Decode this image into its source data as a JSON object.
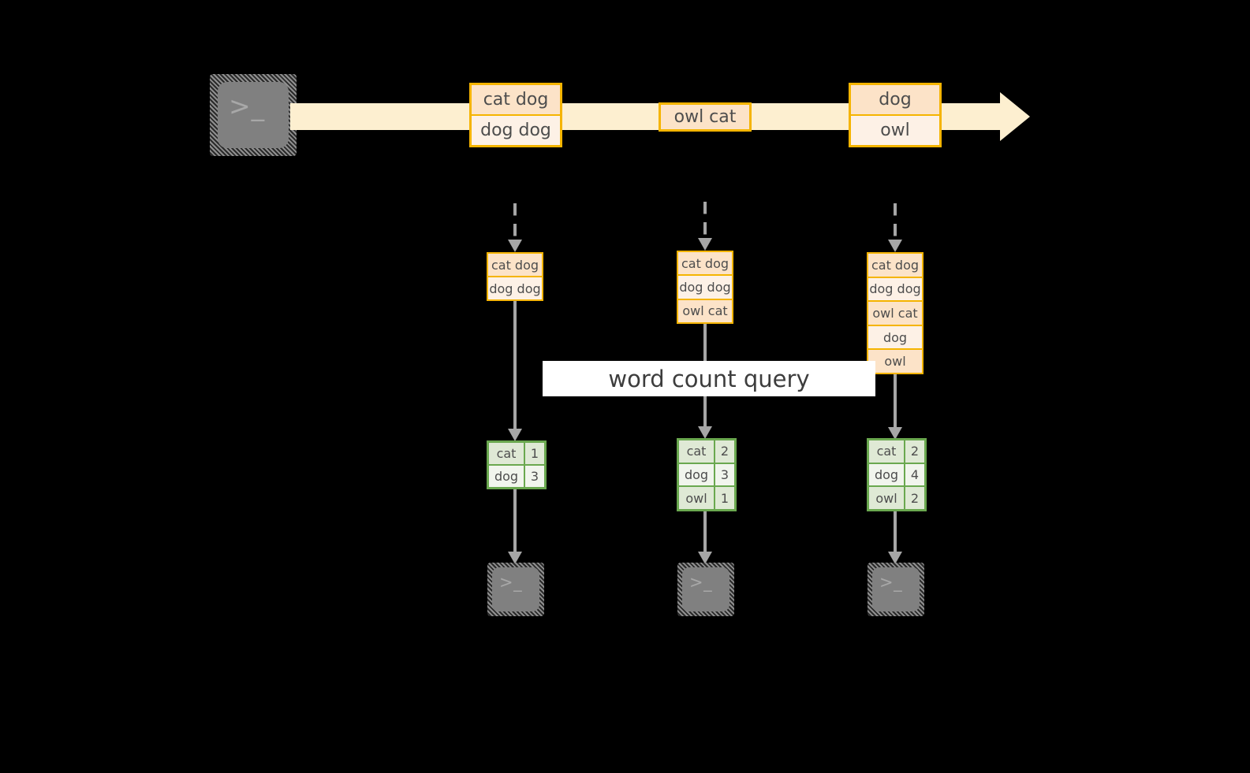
{
  "diagram": {
    "title": "word count query streaming diagram",
    "colors": {
      "background": "#000000",
      "stream_band": "#fdefd0",
      "event_border": "#f5b400",
      "event_fill_dark": "#fce3c8",
      "event_fill_light": "#fdf1e6",
      "result_border": "#6aa84f",
      "result_fill_dark": "#dfe9d5",
      "result_fill_light": "#f1f5ed",
      "arrow_gray": "#a6a6a6",
      "terminal_gray": "#808080",
      "label_background": "#ffffff",
      "text": "#4d4d4d"
    }
  },
  "source": {
    "icon": "terminal-icon",
    "prompt": ">_"
  },
  "stream": {
    "events": [
      {
        "name": "event-group-1",
        "lines": [
          "cat dog",
          "dog dog"
        ]
      },
      {
        "name": "event-group-2",
        "lines": [
          "owl cat"
        ]
      },
      {
        "name": "event-group-3",
        "lines": [
          "dog",
          "owl"
        ]
      }
    ]
  },
  "snapshots": [
    {
      "name": "snapshot-1",
      "input_lines": [
        "cat dog",
        "dog dog"
      ],
      "counts": [
        {
          "word": "cat",
          "count": "1"
        },
        {
          "word": "dog",
          "count": "3"
        }
      ],
      "sink": {
        "icon": "terminal-icon",
        "prompt": ">_"
      }
    },
    {
      "name": "snapshot-2",
      "input_lines": [
        "cat dog",
        "dog dog",
        "owl cat"
      ],
      "counts": [
        {
          "word": "cat",
          "count": "2"
        },
        {
          "word": "dog",
          "count": "3"
        },
        {
          "word": "owl",
          "count": "1"
        }
      ],
      "sink": {
        "icon": "terminal-icon",
        "prompt": ">_"
      }
    },
    {
      "name": "snapshot-3",
      "input_lines": [
        "cat dog",
        "dog dog",
        "owl cat",
        "dog",
        "owl"
      ],
      "counts": [
        {
          "word": "cat",
          "count": "2"
        },
        {
          "word": "dog",
          "count": "4"
        },
        {
          "word": "owl",
          "count": "2"
        }
      ],
      "sink": {
        "icon": "terminal-icon",
        "prompt": ">_"
      }
    }
  ],
  "query": {
    "label": "word count query"
  }
}
